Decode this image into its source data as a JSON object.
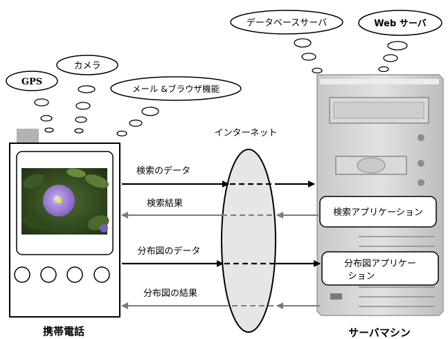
{
  "phone": {
    "label": "携帯電話",
    "bubbles": {
      "gps": "GPS",
      "camera": "カメラ",
      "mail_browser": "メール &ブラウザ機能"
    }
  },
  "server": {
    "label": "サーバマシン",
    "bubbles": {
      "database": "データベースサーバ",
      "web": "Web サーバ"
    },
    "apps": {
      "search": "検索アプリケーション",
      "distribution_line1": "分布図アプリケー",
      "distribution_line2": "ション"
    }
  },
  "network": {
    "label": "インターネット"
  },
  "flows": {
    "search_data": "検索のデータ",
    "search_result": "検索結果",
    "distribution_data": "分布図のデータ",
    "distribution_result": "分布図の結果"
  },
  "colors": {
    "dark_arrow": "#000000",
    "gray_arrow": "#7a7a7a",
    "server_body": "#d4d4d4",
    "ellipse_fill": "#e6e6e6"
  },
  "icons": {
    "photo": "purple-flower-photo"
  }
}
